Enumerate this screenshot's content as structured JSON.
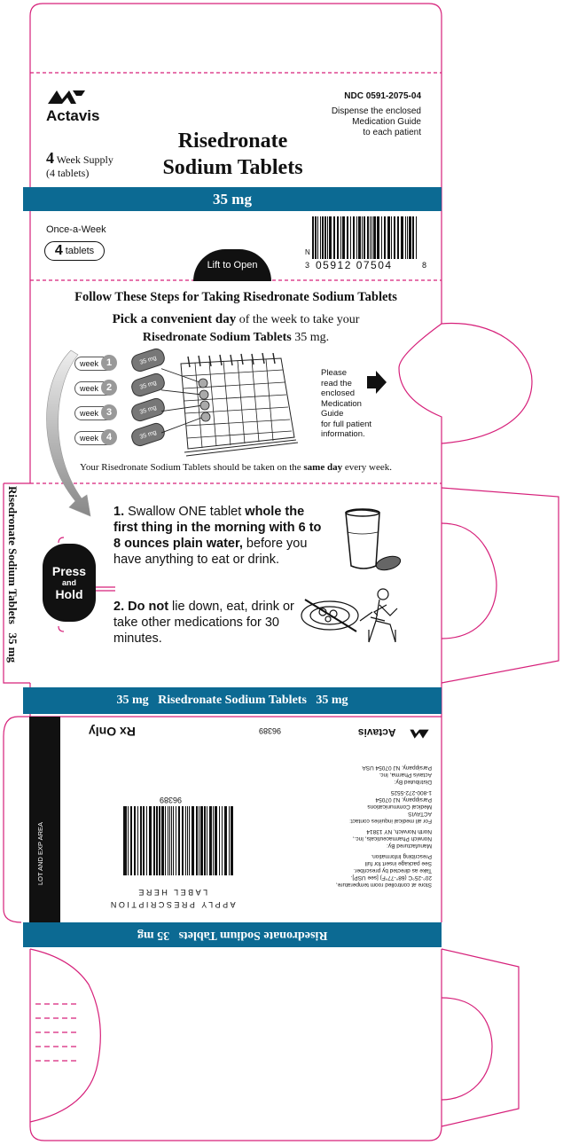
{
  "brand": {
    "logo_text": "Actavis"
  },
  "header": {
    "ndc": "NDC 0591-2075-04",
    "dispense_note": [
      "Dispense the enclosed",
      "Medication Guide",
      "to each patient"
    ],
    "product_name_line1": "Risedronate",
    "product_name_line2": "Sodium Tablets",
    "supply_count": "4",
    "supply_label": "Week Supply",
    "supply_sub": "(4 tablets)",
    "strength_band": "35 mg",
    "frequency": "Once-a-Week",
    "tablets_count": "4",
    "tablets_label": "tablets",
    "lift_tab": "Lift to Open",
    "upc_left": "N",
    "upc_prefix": "3",
    "upc_digits": "05912 07504",
    "upc_check": "8"
  },
  "steps": {
    "heading": "Follow These Steps for Taking Risedronate Sodium Tablets",
    "pick_bold": "Pick a convenient day",
    "pick_rest": " of the week to take your",
    "pick_line2_bold": "Risedronate Sodium Tablets",
    "pick_line2_rest": " 35 mg.",
    "weeks": [
      {
        "label": "week",
        "num": "1",
        "pill": "35 mg"
      },
      {
        "label": "week",
        "num": "2",
        "pill": "35 mg"
      },
      {
        "label": "week",
        "num": "3",
        "pill": "35 mg"
      },
      {
        "label": "week",
        "num": "4",
        "pill": "35 mg"
      }
    ],
    "med_guide_note": [
      "Please",
      "read the",
      "enclosed",
      "Medication",
      "Guide",
      "for full patient",
      "information."
    ],
    "same_day_pre": "Your Risedronate Sodium Tablets should be taken on the ",
    "same_day_bold": "same day",
    "same_day_post": " every week.",
    "step1_num": "1.",
    "step1_pre": "Swallow ONE tablet ",
    "step1_bold": "whole the first thing in the morning with 6 to 8 ounces plain water,",
    "step1_post": " before you have anything to eat or drink.",
    "step2_num": "2.",
    "step2_bold": "Do not",
    "step2_post": " lie down, eat, drink or take other medications for 30 minutes.",
    "press_button": {
      "line1": "Press",
      "line2": "and",
      "line3": "Hold"
    }
  },
  "side_panel": {
    "name": "Risedronate Sodium Tablets",
    "strength": "35 mg"
  },
  "band_mid": {
    "strength_left": "35 mg",
    "name": "Risedronate Sodium Tablets",
    "strength_right": "35 mg"
  },
  "back": {
    "lot_exp": "LOT AND EXP AREA",
    "rx_only": "Rx Only",
    "code": "96389",
    "barcode_num": "96389",
    "label_here": [
      "APPLY PRESCRIPTION",
      "LABEL HERE"
    ],
    "logo_text": "Actavis",
    "distributed": [
      "Distributed By:",
      "Actavis Pharma, Inc.",
      "Parsippany, NJ 07054 USA"
    ],
    "contact": [
      "For all medical inquiries contact:",
      "ACTAVIS",
      "Medical Communications",
      "Parsippany, NJ 07054",
      "1-800-272-5525"
    ],
    "manufactured": [
      "Manufactured By:",
      "Norwich Pharmaceuticals, Inc.,",
      "North Norwich, NY 13814"
    ],
    "storage": [
      "Store at controlled room temperature,",
      "20°-25°C (68°-77°F) [see USP].",
      "Take as directed by prescriber.",
      "See package insert for full",
      "Prescribing Information."
    ]
  },
  "band_bottom": {
    "name": "Risedronate Sodium Tablets",
    "strength": "35 mg"
  },
  "colors": {
    "dieline": "#d6207a",
    "band": "#0c6a93"
  }
}
